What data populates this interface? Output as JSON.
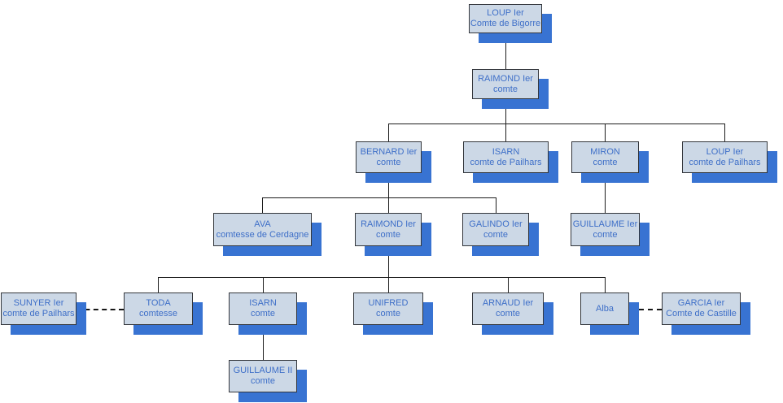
{
  "diagram": {
    "type": "family-tree",
    "background_color": "#ffffff",
    "node_fill_color": "#ccd8e6",
    "node_border_color": "#33363b",
    "node_text_color": "#3e6fc8",
    "shadow_color": "#3873d2",
    "solid_line_color": "#1c1c1c",
    "dashed_line_color": "#161616",
    "nodes": {
      "loup_bigorre": {
        "name": "LOUP Ier",
        "title": "Comte de Bigorre"
      },
      "raimond1": {
        "name": "RAIMOND Ier",
        "title": "comte"
      },
      "bernard1": {
        "name": "BERNARD Ier",
        "title": "comte"
      },
      "isarn_pailhars": {
        "name": "ISARN",
        "title": "comte de Pailhars"
      },
      "miron": {
        "name": "MIRON",
        "title": "comte"
      },
      "loup_pailhars": {
        "name": "LOUP Ier",
        "title": "comte de Pailhars"
      },
      "ava": {
        "name": "AVA",
        "title": "comtesse de Cerdagne"
      },
      "raimond2": {
        "name": "RAIMOND Ier",
        "title": "comte"
      },
      "galindo1": {
        "name": "GALINDO Ier",
        "title": "comte"
      },
      "guillaume1": {
        "name": "GUILLAUME Ier",
        "title": "comte"
      },
      "sunyer1": {
        "name": "SUNYER Ier",
        "title": "comte de Pailhars"
      },
      "toda": {
        "name": "TODA",
        "title": "comtesse"
      },
      "isarn2": {
        "name": "ISARN",
        "title": "comte"
      },
      "unifred": {
        "name": "UNIFRED",
        "title": "comte"
      },
      "arnaud1": {
        "name": "ARNAUD Ier",
        "title": "comte"
      },
      "alba": {
        "name": "Alba",
        "title": ""
      },
      "garcia1": {
        "name": "GARCIA Ier",
        "title": "Comte de Castille"
      },
      "guillaume2": {
        "name": "GUILLAUME II",
        "title": "comte"
      }
    },
    "edges": {
      "parent_child": [
        {
          "parent": "loup_bigorre",
          "children": [
            "raimond1"
          ]
        },
        {
          "parent": "raimond1",
          "children": [
            "bernard1",
            "isarn_pailhars",
            "miron",
            "loup_pailhars"
          ]
        },
        {
          "parent": "bernard1",
          "children": [
            "ava",
            "raimond2",
            "galindo1"
          ]
        },
        {
          "parent": "miron",
          "children": [
            "guillaume1"
          ]
        },
        {
          "parent": "raimond2",
          "children": [
            "toda",
            "isarn2",
            "unifred",
            "arnaud1",
            "alba"
          ]
        },
        {
          "parent": "isarn2",
          "children": [
            "guillaume2"
          ]
        }
      ],
      "marriage": [
        [
          "sunyer1",
          "toda"
        ],
        [
          "alba",
          "garcia1"
        ]
      ]
    }
  }
}
